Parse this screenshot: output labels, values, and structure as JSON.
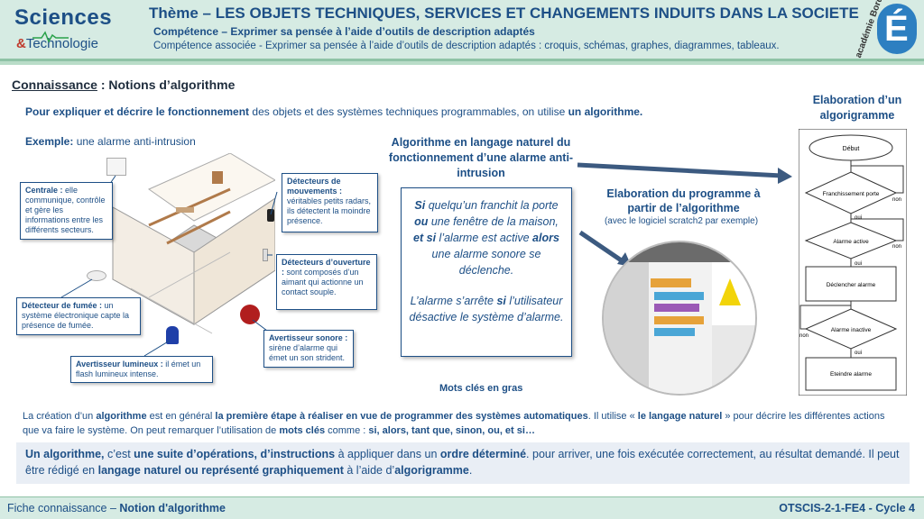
{
  "header": {
    "logo_line1": "Sciences",
    "logo_line2_amp": "&",
    "logo_line2": "Technologie",
    "title": "Thème – LES OBJETS TECHNIQUES, SERVICES ET CHANGEMENTS INDUITS DANS LA SOCIETE",
    "competence": "Compétence – Exprimer sa pensée à l’aide d’outils de description adaptés",
    "competence_associee": "Compétence associée - Exprimer sa pensée à l’aide d’outils de description adaptés : croquis, schémas, graphes, diagrammes, tableaux.",
    "academie_text": "académie Bordeaux",
    "academie_letter": "É"
  },
  "connaissance": {
    "label": "Connaissance",
    "rest": " : Notions d’algorithme"
  },
  "intro": {
    "bold1": "Pour expliquer et décrire le fonctionnement",
    "mid": " des objets et des systèmes techniques programmables, on utilise ",
    "bold2": "un algorithme."
  },
  "exemple": {
    "bold": "Exemple:",
    "rest": " une alarme anti-intrusion"
  },
  "boxes": {
    "centrale_b": "Centrale :",
    "centrale": " elle communique, contrôle et gère les informations entre les différents secteurs.",
    "detect_mvt_b": "Détecteurs de mouvements :",
    "detect_mvt": "véritables petits radars, ils détectent la moindre présence.",
    "detect_ouv_b": "Détecteurs d’ouverture :",
    "detect_ouv": " sont composés d’un aimant qui actionne un contact souple.",
    "fumee_b": "Détecteur de fumée :",
    "fumee": " un système électronique capte la présence de fumée.",
    "sonore_b": "Avertisseur sonore :",
    "sonore": "sirène d’alarme qui émet un son strident.",
    "lumineux_b": "Avertisseur lumineux :",
    "lumineux": " il émet un flash lumineux intense."
  },
  "algo": {
    "title": "Algorithme en langage naturel du fonctionnement d’une alarme anti-intrusion",
    "p1_a": "Si",
    "p1_b": " quelqu’un franchit la porte ",
    "p1_c": "ou",
    "p1_d": " une fenêtre de la maison, ",
    "p1_e": "et si",
    "p1_f": " l’alarme est active ",
    "p1_g": "alors",
    "p1_h": " une alarme sonore se déclenche.",
    "p2_a": "L’alarme s’arrête ",
    "p2_b": "si",
    "p2_c": " l’utilisateur désactive le système d’alarme."
  },
  "mots_cles": "Mots clés en gras",
  "programme": {
    "title": "Elaboration du programme à partir de l’algorithme",
    "sub": "(avec le logiciel scratch2 par exemple)"
  },
  "algorigramme": {
    "title": "Elaboration d’un algorigramme",
    "debut": "Début",
    "franchissement": "Franchissement porte",
    "alarme_active": "Alarme active",
    "declencher": "Déclencher alarme",
    "alarme_inactive": "Alarme inactive",
    "eteindre": "Eteindre alarme",
    "oui": "oui",
    "non": "non"
  },
  "creation": {
    "a": "La création d’un ",
    "b": "algorithme",
    "c": " est en général ",
    "d": "la première étape à réaliser en vue de programmer des systèmes automatiques",
    "e": ". Il utilise « ",
    "f": "le langage naturel",
    "g": " » pour décrire les différentes actions que va faire le système. On peut remarquer l’utilisation de ",
    "h": "mots clés",
    "i": " comme : ",
    "j": "si, alors, tant que, sinon, ou, et si…"
  },
  "definition": {
    "a": "Un algorithme,",
    "b": " c’est ",
    "c": "une suite d’opérations, d’instructions",
    "d": " à appliquer dans un ",
    "e": "ordre déterminé",
    "f": ". pour arriver, une fois exécutée correctement, au résultat demandé. Il peut être rédigé en ",
    "g": "langage naturel ou représenté graphiquement",
    "h": " à l’aide d’",
    "i": "algorigramme",
    "j": "."
  },
  "footer": {
    "left_a": "Fiche connaissance – ",
    "left_b": "Notion d'algorithme",
    "right": "OTSCIS-2-1-FE4 - Cycle 4"
  }
}
